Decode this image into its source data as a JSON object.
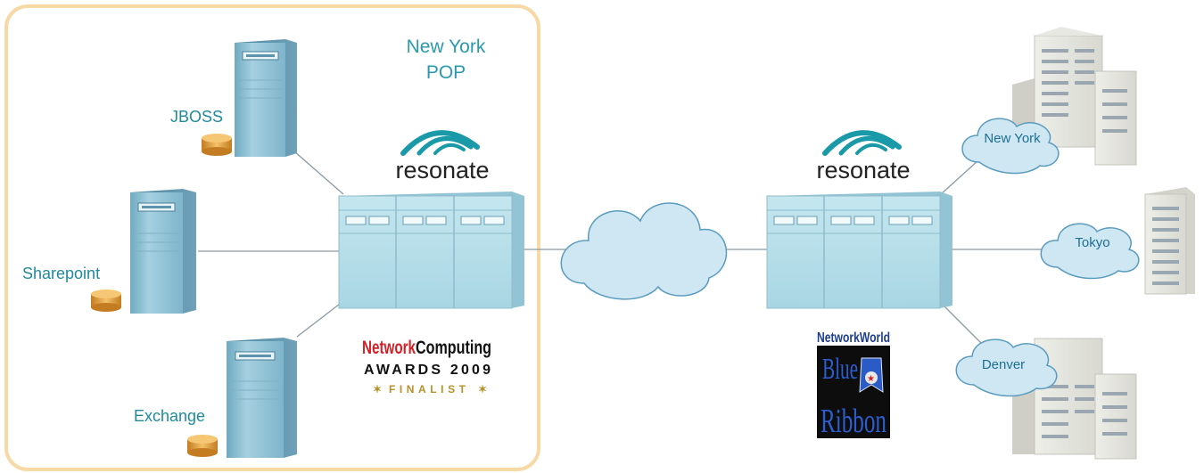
{
  "pop": {
    "title_line1": "New York",
    "title_line2": "POP"
  },
  "servers": {
    "jboss": "JBOSS",
    "sharepoint": "Sharepoint",
    "exchange": "Exchange"
  },
  "brand": {
    "left": "resonate",
    "right": "resonate"
  },
  "clouds": {
    "new_york": "New York",
    "tokyo": "Tokyo",
    "denver": "Denver"
  },
  "awards": {
    "network_computing": {
      "network": "Network",
      "computing": "Computing",
      "awards": "AWARDS 2009",
      "finalist": "FINALIST"
    },
    "network_world": {
      "title": "NetworkWorld",
      "blue": "Blue",
      "ribbon": "Ribbon"
    }
  },
  "colors": {
    "pop_border": "#f7d9a6",
    "label_teal": "#1f8a9b",
    "appliance": "#b3dde8",
    "server": "#8cbfd3",
    "cloud": "#cfe7f3",
    "building": "#e2e2dc",
    "db_gold": "#e9a64a",
    "nc_red": "#d42027"
  }
}
